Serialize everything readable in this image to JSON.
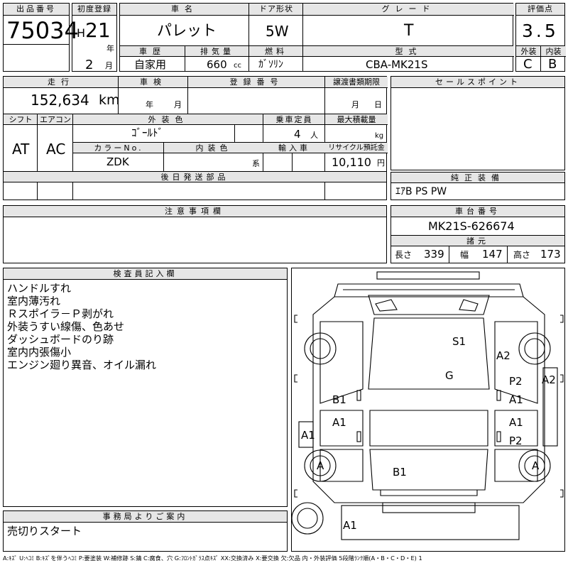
{
  "header": {
    "lot_label": "出品番号",
    "lot_no": "75034",
    "reg_label": "初度登録",
    "era": "H",
    "year": "21",
    "year_unit": "年",
    "month": "2",
    "month_unit": "月",
    "car_name_label": "車名",
    "car_name": "パレット",
    "door_label": "ドア形状",
    "door": "5W",
    "grade_label": "グレード",
    "grade": "T",
    "score_label": "評価点",
    "score": "3.5",
    "history_label": "車歴",
    "history": "自家用",
    "displacement_label": "排気量",
    "displacement": "660",
    "displacement_unit": "cc",
    "fuel_label": "燃料",
    "fuel": "ｶﾞｿﾘﾝ",
    "model_label": "型式",
    "model": "CBA-MK21S",
    "exterior_label": "外装",
    "exterior": "C",
    "interior_label": "内装",
    "interior": "B"
  },
  "mileage": {
    "label": "走行",
    "value": "152,634",
    "unit": "km",
    "inspection_label": "車検",
    "inspection_year_unit": "年",
    "inspection_month_unit": "月",
    "plate_label": "登録番号",
    "transfer_label": "譲渡書類期限",
    "transfer_month_unit": "月",
    "transfer_day_unit": "日"
  },
  "specs": {
    "shift_label": "シフト",
    "shift": "AT",
    "ac_label": "エアコン",
    "ac": "AC",
    "color_label": "外装色",
    "color": "ｺﾞｰﾙﾄﾞ",
    "capacity_label": "乗車定員",
    "capacity": "4",
    "capacity_unit": "人",
    "load_label": "最大積載量",
    "load_unit": "kg",
    "color_no_label": "カラーNo.",
    "color_no": "ZDK",
    "interior_color_label": "内装色",
    "interior_color_unit": "系",
    "import_label": "輸入車",
    "recycle_label": "リサイクル預託金",
    "recycle": "10,110",
    "recycle_unit": "円"
  },
  "later_parts": {
    "label": "後日発送部品"
  },
  "sales_points": {
    "label": "セールスポイント"
  },
  "equipment": {
    "label": "純正装備",
    "value": "ｴｱB PS PW"
  },
  "notes": {
    "label": "注意事項欄"
  },
  "chassis": {
    "label": "車台番号",
    "value": "MK21S-626674",
    "dims_label": "諸元",
    "length_label": "長さ",
    "length": "339",
    "width_label": "幅",
    "width": "147",
    "height_label": "高さ",
    "height": "173"
  },
  "inspector": {
    "label": "検査員記入欄",
    "remarks": [
      "ハンドルすれ",
      "室内薄汚れ",
      "Ｒスポイラ－Ｐ剥がれ",
      "外装うすい線傷、色あせ",
      "ダッシュボードのり跡",
      "室内内張傷小",
      "エンジン廻り異音、オイル漏れ"
    ]
  },
  "office": {
    "label": "事務局よりご案内",
    "value": "売切りスタート"
  },
  "diagram_marks": {
    "s1": "S1",
    "g": "G",
    "a2_right_panel": "A2",
    "a2_right_edge": "A2",
    "p2_top": "P2",
    "a1_right_front": "A1",
    "a1_right_rear": "A1",
    "p2_bottom": "P2",
    "b1_left": "B1",
    "a1_left": "A1",
    "a1_left_edge": "A1",
    "b1_rear": "B1",
    "tire_left_rear": "A",
    "tire_right_rear": "A",
    "a1_spare": "A1"
  },
  "legend": "A:ｷｽﾞ U:ﾍｺﾐ B:ｷｽﾞを伴うﾍｺﾐ P:要塗装 W:補修跡 S:錆 C:腐食、穴 G:ﾌﾛﾝﾄｶﾞﾗｽ点ｷｽﾞ XX:交換済み X:要交換 欠:欠品 内・外装評価 5段階ﾗﾝｸ順(A・B・C・D・E) 1"
}
